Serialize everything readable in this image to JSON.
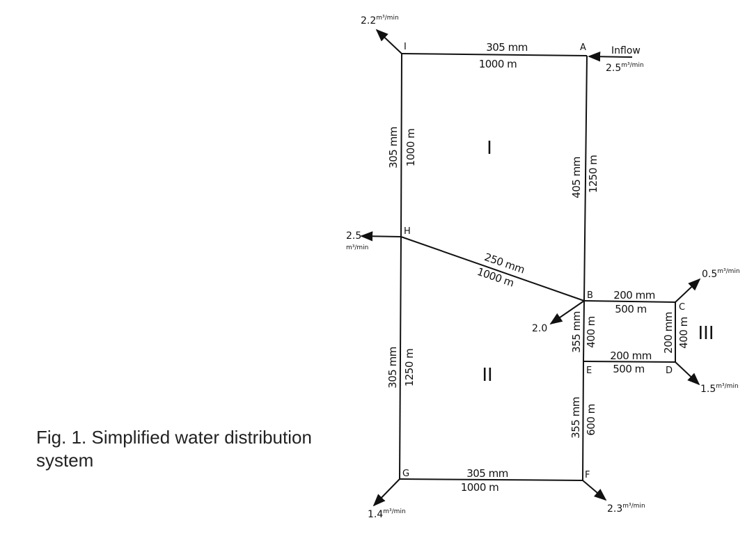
{
  "caption": "Fig. 1. Simplified water distribution system",
  "nodes": {
    "A": "A",
    "B": "B",
    "C": "C",
    "D": "D",
    "E": "E",
    "F": "F",
    "G": "G",
    "H": "H",
    "I": "I"
  },
  "loops": {
    "one": "I",
    "two": "II",
    "three": "III"
  },
  "pipes": {
    "IA": {
      "diameter": "305 mm",
      "length": "1000 m"
    },
    "IH": {
      "diameter": "305 mm",
      "length": "1000 m"
    },
    "AB": {
      "diameter": "405 mm",
      "length": "1250 m"
    },
    "HB": {
      "diameter": "250 mm",
      "length": "1000 m"
    },
    "BC": {
      "diameter": "200 mm",
      "length": "500 m"
    },
    "BE": {
      "diameter": "355 mm",
      "length": "400 m"
    },
    "CD": {
      "diameter": "200 mm",
      "length": "400 m"
    },
    "ED": {
      "diameter": "200 mm",
      "length": "500 m"
    },
    "HG": {
      "diameter": "305 mm",
      "length": "1250 m"
    },
    "EF": {
      "diameter": "355 mm",
      "length": "600 m"
    },
    "GF": {
      "diameter": "305 mm",
      "length": "1000 m"
    }
  },
  "flows": {
    "inflow_label": "Inflow",
    "inflow_value": "2.5",
    "I": "2.2",
    "H": "2.5",
    "B": "2.0",
    "C": "0.5",
    "D": "1.5",
    "F": "2.3",
    "G": "1.4",
    "unit_sup": "m³",
    "unit_rest": "/min",
    "unit_full": "m³/min"
  }
}
